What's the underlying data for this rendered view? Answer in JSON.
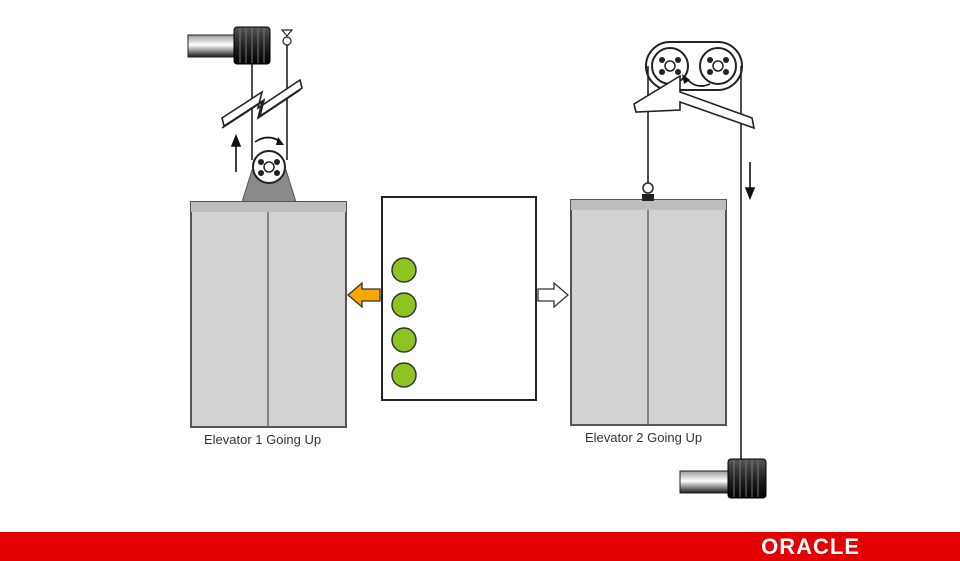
{
  "elevator_1": {
    "caption": "Elevator 1 Going Up"
  },
  "elevator_2": {
    "caption": "Elevator 2 Going Up"
  },
  "controller": {
    "indicator_count": 4,
    "indicator_color": "#8fc31f"
  },
  "colors": {
    "arrow_active": "#f6a800",
    "footer": "#e30000",
    "car_fill": "#cccccc",
    "car_border": "#555555"
  },
  "footer": {
    "brand": "ORACLE"
  }
}
